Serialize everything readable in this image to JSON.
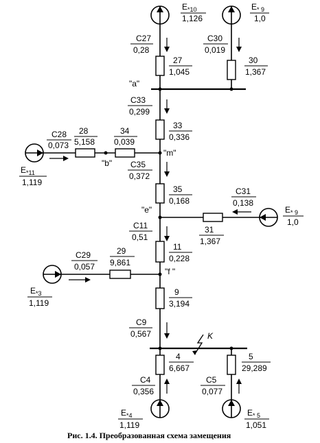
{
  "caption": "Рис. 1.4. Преобразованная схема замещения",
  "nodes": {
    "a": "\"a\"",
    "m": "\"m\"",
    "b": "\"b\"",
    "e": "\"e\"",
    "f": "\"f \"",
    "k": "K"
  },
  "sources": {
    "e10": {
      "name": "E",
      "sub": "*10",
      "value": "1,126"
    },
    "e9_top": {
      "name": "E",
      "sub": "* 9",
      "value": "1,0"
    },
    "e11": {
      "name": "E",
      "sub": "*11",
      "value": "1,119"
    },
    "e9_mid": {
      "name": "E",
      "sub": "* 9",
      "value": "1,0"
    },
    "e3": {
      "name": "E",
      "sub": "*3",
      "value": "1,119"
    },
    "e4": {
      "name": "E",
      "sub": "*4",
      "value": "1,119"
    },
    "e5": {
      "name": "E",
      "sub": "* 5",
      "value": "1,051"
    }
  },
  "coefficients": {
    "c27": {
      "label": "C27",
      "value": "0,28"
    },
    "c30": {
      "label": "C30",
      "value": "0,019"
    },
    "c33": {
      "label": "C33",
      "value": "0,299"
    },
    "c28": {
      "label": "C28",
      "value": "0,073"
    },
    "c35": {
      "label": "C35",
      "value": "0,372"
    },
    "c31": {
      "label": "C31",
      "value": "0,138"
    },
    "c11": {
      "label": "C11",
      "value": "0,51"
    },
    "c29": {
      "label": "C29",
      "value": "0,057"
    },
    "c9": {
      "label": "C9",
      "value": "0,567"
    },
    "c4": {
      "label": "C4",
      "value": "0,356"
    },
    "c5": {
      "label": "C5",
      "value": "0,077"
    }
  },
  "resistors": {
    "r27": {
      "num": "27",
      "value": "1,045"
    },
    "r30": {
      "num": "30",
      "value": "1,367"
    },
    "r33": {
      "num": "33",
      "value": "0,336"
    },
    "r28": {
      "num": "28",
      "value": "5,158"
    },
    "r34": {
      "num": "34",
      "value": "0,039"
    },
    "r35": {
      "num": "35",
      "value": "0,168"
    },
    "r31": {
      "num": "31",
      "value": "1,367"
    },
    "r11": {
      "num": "11",
      "value": "0,228"
    },
    "r29": {
      "num": "29",
      "value": "9,861"
    },
    "r9": {
      "num": "9",
      "value": "3,194"
    },
    "r4": {
      "num": "4",
      "value": "6,667"
    },
    "r5": {
      "num": "5",
      "value": "29,289"
    }
  }
}
